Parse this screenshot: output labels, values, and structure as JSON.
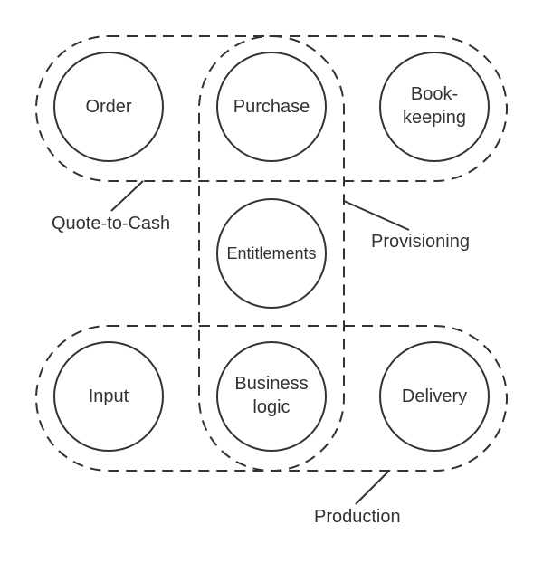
{
  "nodes": {
    "order": "Order",
    "purchase": "Purchase",
    "bookkeeping_line1": "Book-",
    "bookkeeping_line2": "keeping",
    "entitlements": "Entitlements",
    "input": "Input",
    "business_logic_line1": "Business",
    "business_logic_line2": "logic",
    "delivery": "Delivery"
  },
  "groups": {
    "quote_to_cash": "Quote-to-Cash",
    "provisioning": "Provisioning",
    "production": "Production"
  }
}
